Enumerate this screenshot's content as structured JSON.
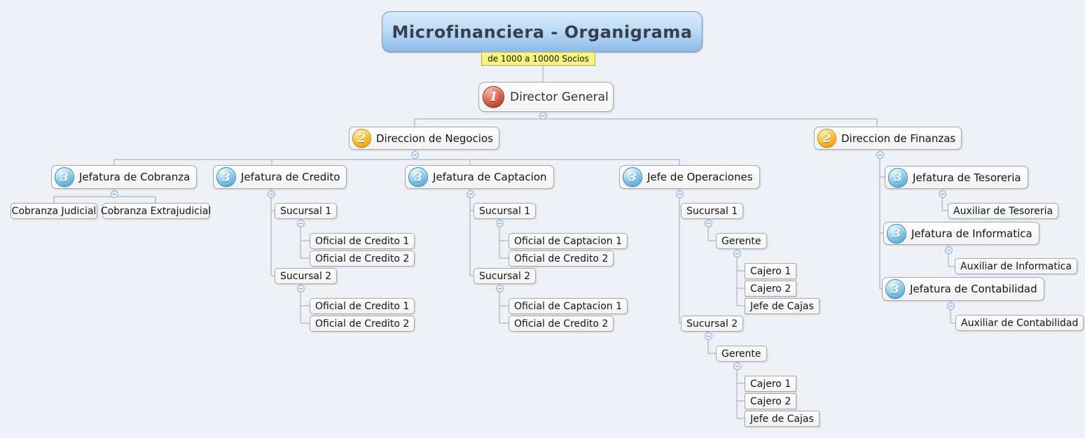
{
  "title": "Microfinanciera - Organigrama",
  "note": "de 1000 a 10000 Socios",
  "badges": {
    "level1": "1",
    "level2": "2",
    "level3": "3"
  },
  "icons": {
    "level1": "priority-1-icon",
    "level2": "priority-2-icon",
    "level3": "priority-3-icon",
    "toggle": "collapse-minus-icon"
  },
  "colors": {
    "background": "#eef1f5",
    "title_gradient_top": "#d9ecfc",
    "title_gradient_bottom": "#8ebae9",
    "note_background": "#f9f282",
    "node_background": "#fbfbfb",
    "node_border": "#a6a9ad",
    "connector": "#a2a8b0",
    "badge_red": "#b23225",
    "badge_orange": "#f5a800",
    "badge_blue": "#4a9fd0"
  },
  "tree": {
    "director": {
      "label": "Director General"
    },
    "negocios": {
      "label": "Direccion de Negocios",
      "cobranza": {
        "label": "Jefatura de Cobranza",
        "judicial": "Cobranza Judicial",
        "extrajudicial": "Cobranza Extrajudicial"
      },
      "credito": {
        "label": "Jefatura de Credito",
        "suc1": {
          "label": "Sucursal 1",
          "of1": "Oficial de Credito 1",
          "of2": "Oficial de Credito 2"
        },
        "suc2": {
          "label": "Sucursal 2",
          "of1": "Oficial de Credito 1",
          "of2": "Oficial de Credito 2"
        }
      },
      "captacion": {
        "label": "Jefatura de Captacion",
        "suc1": {
          "label": "Sucursal 1",
          "of1": "Oficial de Captacion 1",
          "of2": "Oficial de Credito 2"
        },
        "suc2": {
          "label": "Sucursal 2",
          "of1": "Oficial de Captacion 1",
          "of2": "Oficial de Credito 2"
        }
      },
      "operaciones": {
        "label": "Jefe de Operaciones",
        "suc1": {
          "label": "Sucursal 1",
          "gerente": "Gerente",
          "cajero1": "Cajero 1",
          "cajero2": "Cajero 2",
          "jefecajas": "Jefe de Cajas"
        },
        "suc2": {
          "label": "Sucursal 2",
          "gerente": "Gerente",
          "cajero1": "Cajero 1",
          "cajero2": "Cajero 2",
          "jefecajas": "Jefe de Cajas"
        }
      }
    },
    "finanzas": {
      "label": "Direccion de Finanzas",
      "tesoreria": {
        "label": "Jefatura de Tesoreria",
        "aux": "Auxiliar de Tesoreria"
      },
      "informatica": {
        "label": "Jefatura de Informatica",
        "aux": "Auxiliar de Informatica"
      },
      "contabilidad": {
        "label": "Jefatura de Contabilidad",
        "aux": "Auxiliar de Contabilidad"
      }
    }
  }
}
